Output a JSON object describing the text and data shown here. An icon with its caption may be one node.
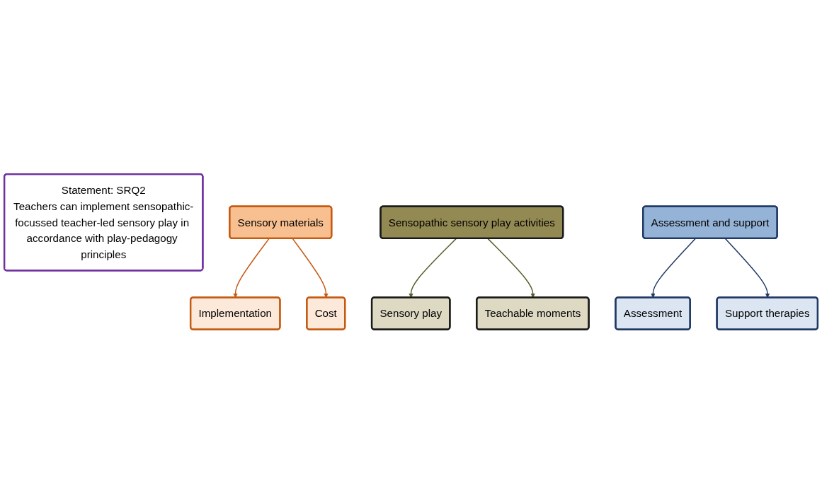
{
  "diagram": {
    "nodes": [
      {
        "text": [
          "Statement: SRQ2",
          "Teachers can implement sensopathic-focussed teacher-led sensory play in accordance with play-pedagogy principles"
        ]
      },
      {
        "text": [
          "Sensory materials"
        ]
      },
      {
        "text": [
          "Implementation"
        ]
      },
      {
        "text": [
          "Cost"
        ]
      },
      {
        "text": [
          "Sensopathic sensory play activities"
        ]
      },
      {
        "text": [
          "Sensory play"
        ]
      },
      {
        "text": [
          "Teachable moments"
        ]
      },
      {
        "text": [
          "Assessment and support"
        ]
      },
      {
        "text": [
          "Assessment"
        ]
      },
      {
        "text": [
          "Support therapies"
        ]
      }
    ],
    "edges": [
      {
        "from": 1,
        "to": 2,
        "arrow": "to",
        "color": "#c55a11"
      },
      {
        "from": 1,
        "to": 3,
        "arrow": "to",
        "color": "#c55a11"
      },
      {
        "from": 4,
        "to": 5,
        "arrow": "to",
        "color": "#4f6228"
      },
      {
        "from": 4,
        "to": 6,
        "arrow": "to",
        "color": "#4f6228"
      },
      {
        "from": 7,
        "to": 8,
        "arrow": "to",
        "color": "#1f3864"
      },
      {
        "from": 7,
        "to": 9,
        "arrow": "to",
        "color": "#1f3864"
      }
    ]
  }
}
